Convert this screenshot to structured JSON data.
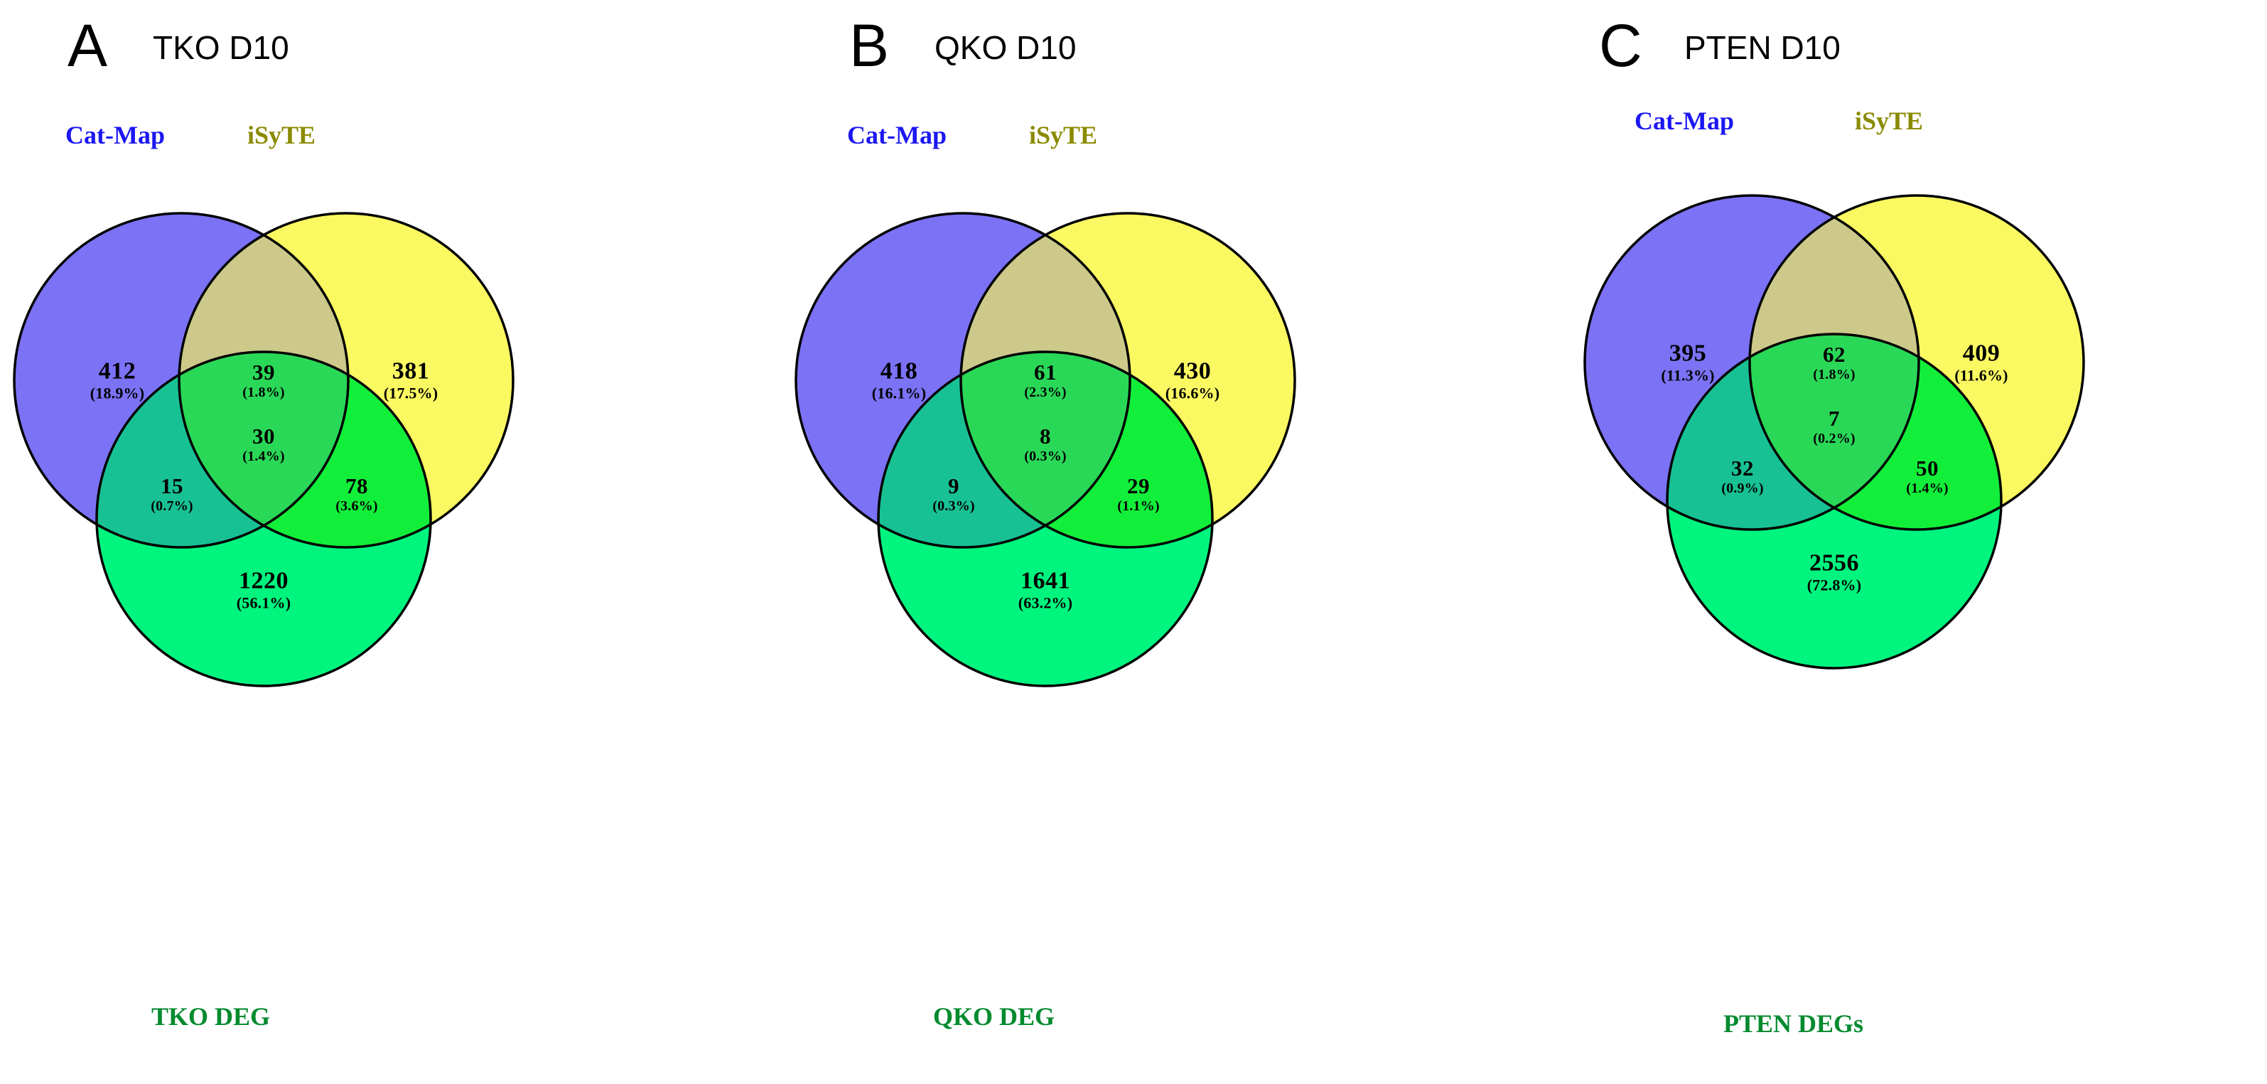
{
  "figure": {
    "background": "#ffffff",
    "colors": {
      "cat_map_fill": "#7b72f5",
      "isyte_fill": "#fbf961",
      "deg_fill": "#00f57e",
      "cat_isyte_overlap": "#ccc98a",
      "cat_deg_overlap": "#18c193",
      "isyte_deg_overlap": "#12ef3a",
      "triple_overlap": "#2ad858",
      "cat_map_text": "#1b17f2",
      "isyte_text": "#8a8a00",
      "deg_text": "#008a2e",
      "outline": "#000000"
    }
  },
  "chart_data": {
    "type": "venn",
    "title": "",
    "set_names": [
      "Cat-Map",
      "iSyTE",
      "DEG"
    ],
    "panels": [
      {
        "letter": "A",
        "title": "TKO D10",
        "labels": {
          "left": "Cat-Map",
          "right": "iSyTE",
          "bottom": "TKO DEG"
        },
        "regions": [
          {
            "key": "cat_only",
            "count": "412",
            "percent": "(18.9%)"
          },
          {
            "key": "cat_isyte",
            "count": "39",
            "percent": "(1.8%)"
          },
          {
            "key": "isyte_only",
            "count": "381",
            "percent": "(17.5%)"
          },
          {
            "key": "triple",
            "count": "30",
            "percent": "(1.4%)"
          },
          {
            "key": "cat_deg",
            "count": "15",
            "percent": "(0.7%)"
          },
          {
            "key": "isyte_deg",
            "count": "78",
            "percent": "(3.6%)"
          },
          {
            "key": "deg_only",
            "count": "1220",
            "percent": "(56.1%)"
          }
        ]
      },
      {
        "letter": "B",
        "title": "QKO D10",
        "labels": {
          "left": "Cat-Map",
          "right": "iSyTE",
          "bottom": "QKO DEG"
        },
        "regions": [
          {
            "key": "cat_only",
            "count": "418",
            "percent": "(16.1%)"
          },
          {
            "key": "cat_isyte",
            "count": "61",
            "percent": "(2.3%)"
          },
          {
            "key": "isyte_only",
            "count": "430",
            "percent": "(16.6%)"
          },
          {
            "key": "triple",
            "count": "8",
            "percent": "(0.3%)"
          },
          {
            "key": "cat_deg",
            "count": "9",
            "percent": "(0.3%)"
          },
          {
            "key": "isyte_deg",
            "count": "29",
            "percent": "(1.1%)"
          },
          {
            "key": "deg_only",
            "count": "1641",
            "percent": "(63.2%)"
          }
        ]
      },
      {
        "letter": "C",
        "title": "PTEN D10",
        "labels": {
          "left": "Cat-Map",
          "right": "iSyTE",
          "bottom": "PTEN DEGs"
        },
        "regions": [
          {
            "key": "cat_only",
            "count": "395",
            "percent": "(11.3%)"
          },
          {
            "key": "cat_isyte",
            "count": "62",
            "percent": "(1.8%)"
          },
          {
            "key": "isyte_only",
            "count": "409",
            "percent": "(11.6%)"
          },
          {
            "key": "triple",
            "count": "7",
            "percent": "(0.2%)"
          },
          {
            "key": "cat_deg",
            "count": "32",
            "percent": "(0.9%)"
          },
          {
            "key": "isyte_deg",
            "count": "50",
            "percent": "(1.4%)"
          },
          {
            "key": "deg_only",
            "count": "2556",
            "percent": "(72.8%)"
          }
        ]
      }
    ]
  }
}
